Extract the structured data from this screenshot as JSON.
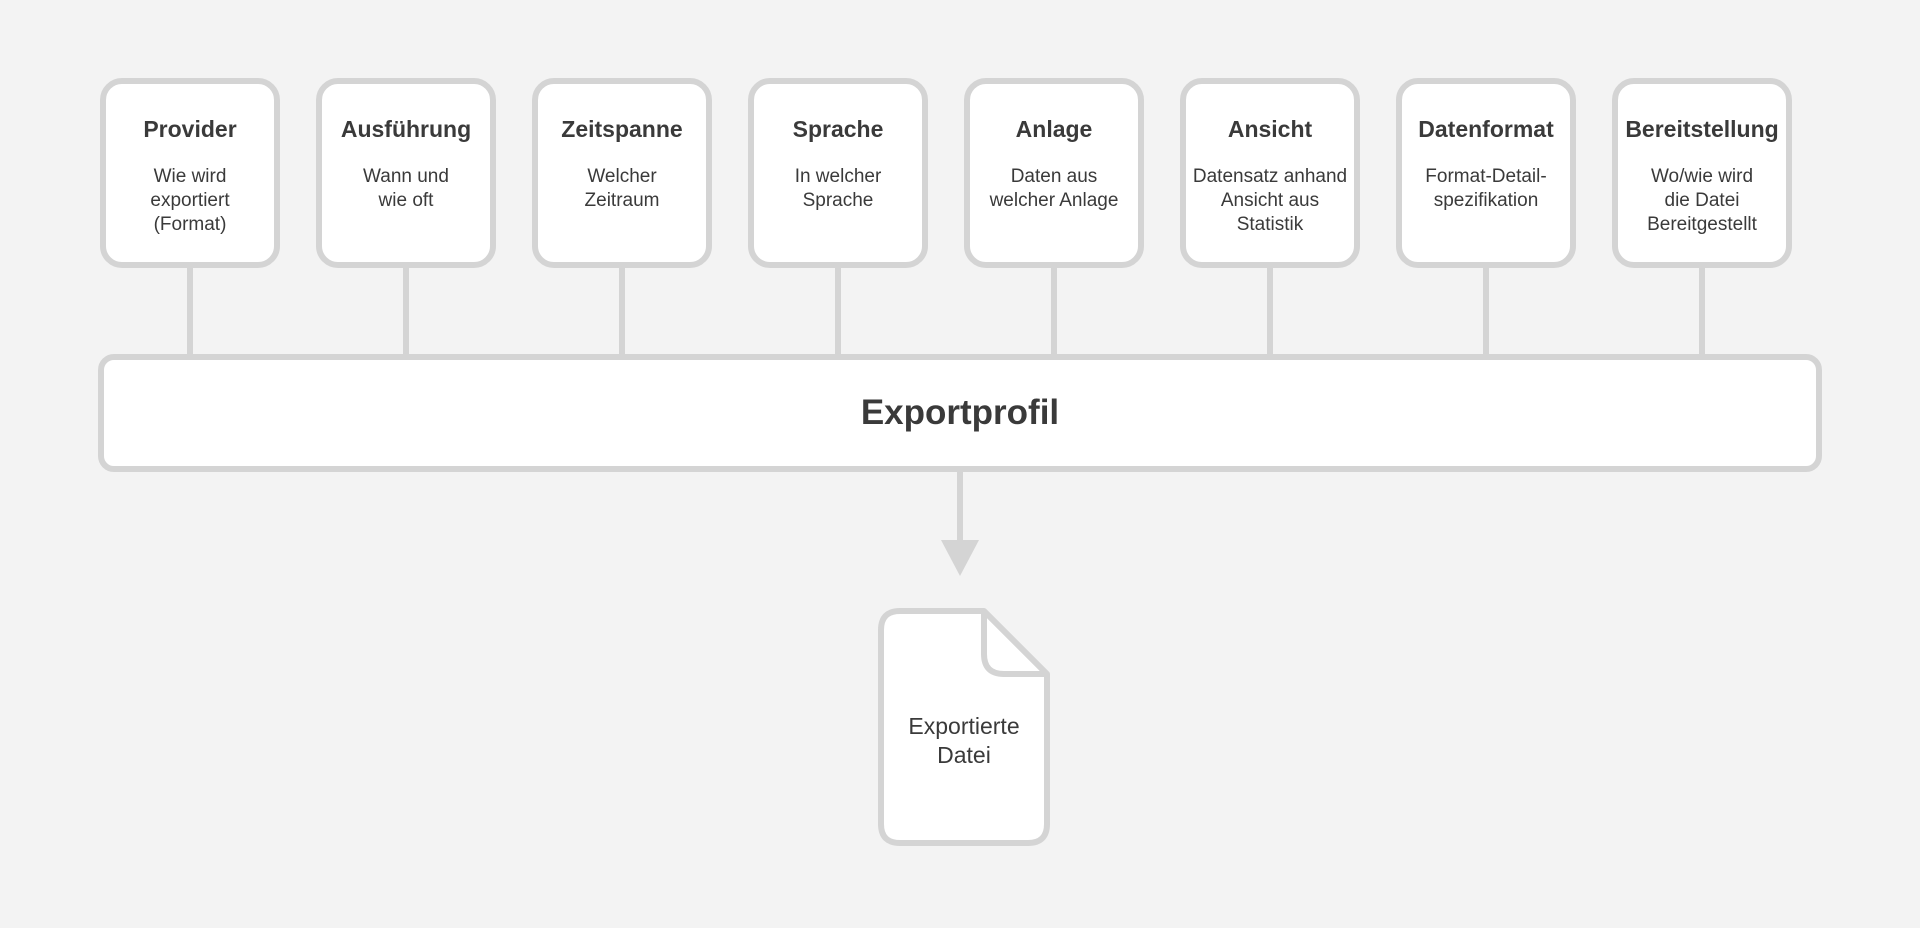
{
  "properties": [
    {
      "title": "Provider",
      "description": "Wie wird\nexportiert\n(Format)"
    },
    {
      "title": "Ausführung",
      "description": "Wann und\nwie oft"
    },
    {
      "title": "Zeitspanne",
      "description": "Welcher\nZeitraum"
    },
    {
      "title": "Sprache",
      "description": "In welcher\nSprache"
    },
    {
      "title": "Anlage",
      "description": "Daten aus\nwelcher Anlage"
    },
    {
      "title": "Ansicht",
      "description": "Datensatz anhand\nAnsicht aus\nStatistik"
    },
    {
      "title": "Datenformat",
      "description": "Format-Detail-\nspezifikation"
    },
    {
      "title": "Bereitstellung",
      "description": "Wo/wie wird\ndie Datei\nBereitgestellt"
    }
  ],
  "profile": {
    "label": "Exportprofil"
  },
  "output": {
    "label": "Exportierte\nDatei",
    "icon": "document-icon"
  },
  "colors": {
    "background": "#f3f3f3",
    "border": "#d4d4d4",
    "text": "#3a3a3a",
    "box": "#ffffff"
  }
}
